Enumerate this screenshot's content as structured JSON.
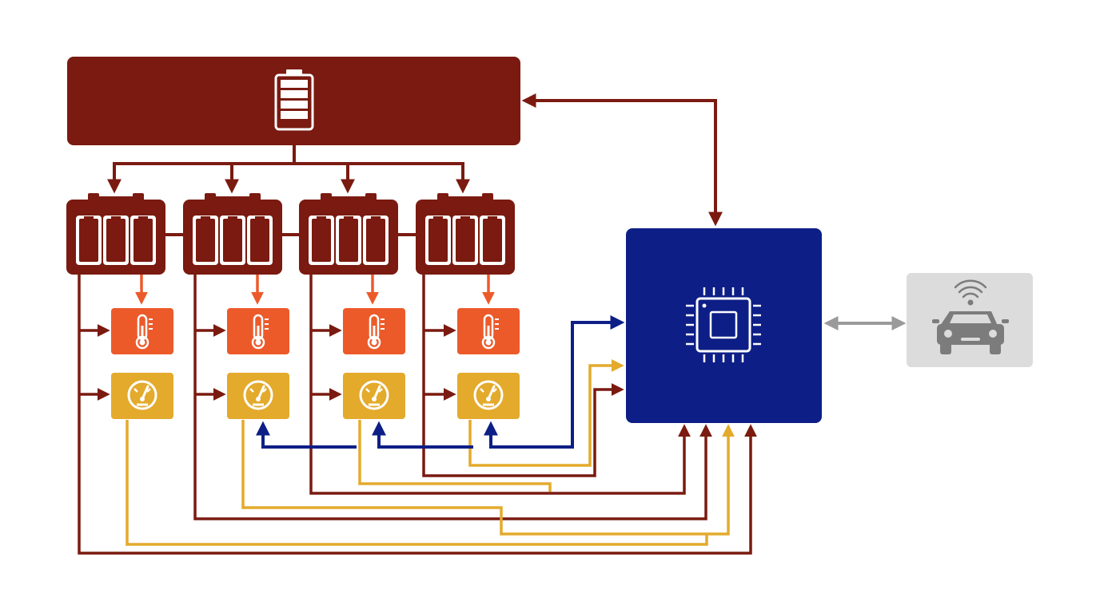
{
  "diagram": {
    "type": "battery-management-system-block-diagram",
    "nodes": {
      "battery_pack": {
        "icon": "battery-icon",
        "color": "#7a1a10"
      },
      "modules": {
        "count": 4,
        "icon": "battery-module-icon",
        "color": "#7a1a10"
      },
      "temperature_sensors": {
        "count": 4,
        "icon": "thermometer-icon",
        "color": "#ec5a2a"
      },
      "voltage_sensors": {
        "count": 4,
        "icon": "gauge-icon",
        "color": "#e3aa2c"
      },
      "controller": {
        "icon": "microchip-icon",
        "color": "#0d1f86"
      },
      "vehicle": {
        "icon": "connected-car-icon",
        "color": "#dcdcdc",
        "icon_color": "#7c7c7c"
      }
    },
    "connections": {
      "power_color": "#7a1a10",
      "sensor_color": "#e3aa2c",
      "control_color": "#0d1f86",
      "communication_color": "#9a9a9a"
    }
  }
}
